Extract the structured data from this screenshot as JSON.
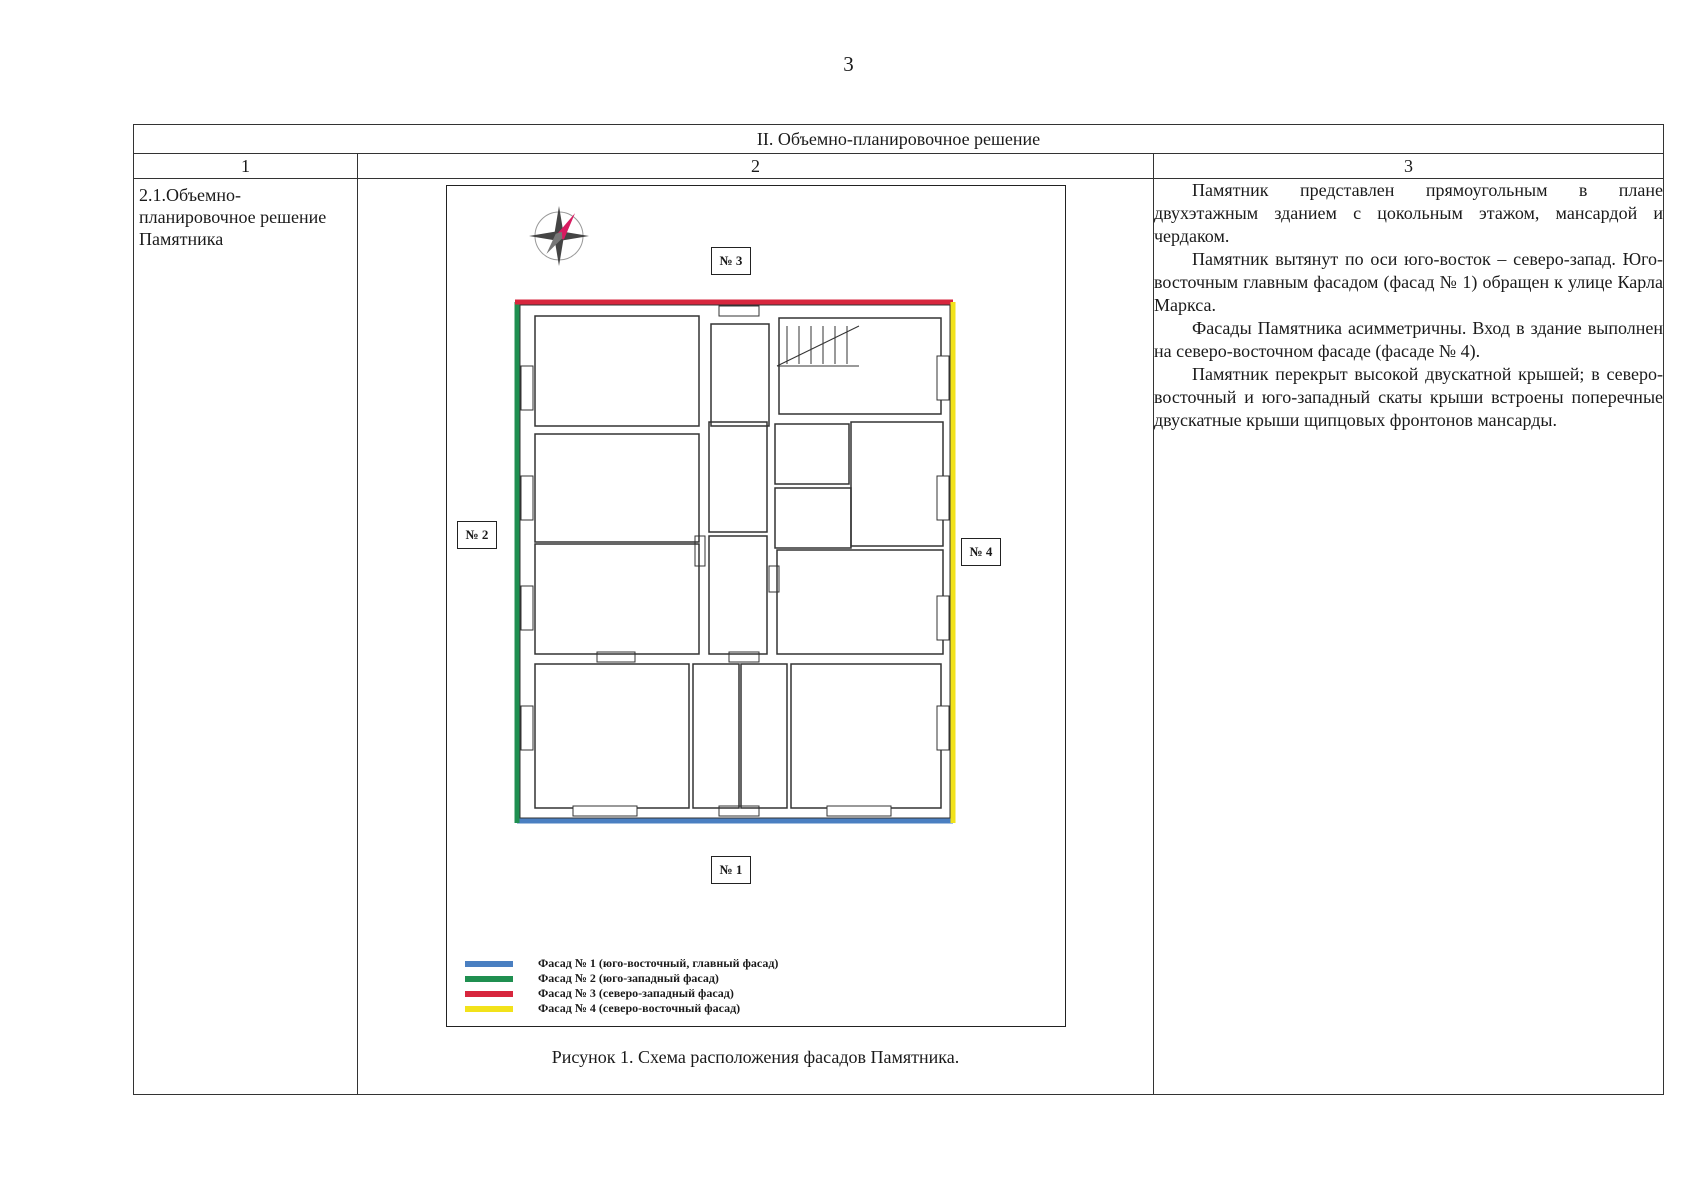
{
  "page_number": "3",
  "section_title": "II.  Объемно-планировочное решение",
  "column_numbers": [
    "1",
    "2",
    "3"
  ],
  "row": {
    "col1": "2.1.Объемно-планировочное решение  Памятника",
    "col3_paragraphs": [
      "Памятник представлен прямоугольным в плане двухэтажным зданием с цокольным этажом, мансардой и чердаком.",
      "Памятник вытянут по оси юго-восток – северо-запад. Юго-восточным главным фасадом (фасад № 1) обращен к улице Карла Маркса.",
      "Фасады Памятника асимметричны. Вход в здание выполнен на северо-восточном фасаде (фасаде № 4).",
      "Памятник перекрыт высокой двускатной крышей; в северо-восточный и юго-западный скаты крыши встроены поперечные двускатные крыши щипцовых фронтонов мансарды."
    ]
  },
  "figure": {
    "caption": "Рисунок 1. Схема расположения фасадов Памятника.",
    "labels": {
      "n1": "№ 1",
      "n2": "№ 2",
      "n3": "№ 3",
      "n4": "№ 4"
    },
    "legend": [
      {
        "label": "Фасад № 1 (юго-восточный, главный фасад)",
        "color": "#4a7fc1"
      },
      {
        "label": "Фасад № 2 (юго-западный фасад)",
        "color": "#1f8f50"
      },
      {
        "label": "Фасад № 3 (северо-западный фасад)",
        "color": "#d7263d"
      },
      {
        "label": "Фасад № 4 (северо-восточный фасад)",
        "color": "#f2e21a"
      }
    ]
  }
}
